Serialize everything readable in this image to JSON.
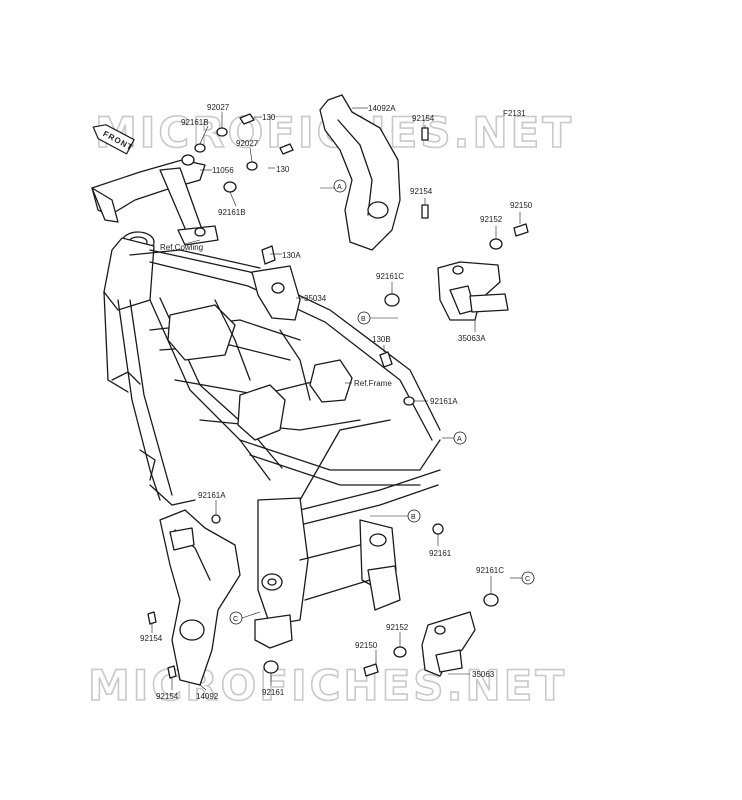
{
  "diagram_code": "F2131",
  "front_badge": "FRONT",
  "watermark": "MICROFICHES.NET",
  "callouts": [
    {
      "id": "92027_a",
      "text": "92027"
    },
    {
      "id": "92161B_a",
      "text": "92161B"
    },
    {
      "id": "130_a",
      "text": "130"
    },
    {
      "id": "92027_b",
      "text": "92027"
    },
    {
      "id": "130_b",
      "text": "130"
    },
    {
      "id": "11056",
      "text": "11056"
    },
    {
      "id": "92161B_b",
      "text": "92161B"
    },
    {
      "id": "ref_cowling",
      "text": "Ref.Cowling"
    },
    {
      "id": "14092A",
      "text": "14092A"
    },
    {
      "id": "92154_a",
      "text": "92154"
    },
    {
      "id": "92154_b",
      "text": "92154"
    },
    {
      "id": "92150_a",
      "text": "92150"
    },
    {
      "id": "92152_a",
      "text": "92152"
    },
    {
      "id": "130A",
      "text": "130A"
    },
    {
      "id": "35034",
      "text": "35034"
    },
    {
      "id": "92161C_a",
      "text": "92161C"
    },
    {
      "id": "35063A",
      "text": "35063A"
    },
    {
      "id": "130B",
      "text": "130B"
    },
    {
      "id": "ref_frame",
      "text": "Ref.Frame"
    },
    {
      "id": "92161A_a",
      "text": "92161A"
    },
    {
      "id": "92161A_b",
      "text": "92161A"
    },
    {
      "id": "92161_a",
      "text": "92161"
    },
    {
      "id": "92161C_b",
      "text": "92161C"
    },
    {
      "id": "92154_c",
      "text": "92154"
    },
    {
      "id": "92152_b",
      "text": "92152"
    },
    {
      "id": "92150_b",
      "text": "92150"
    },
    {
      "id": "35063",
      "text": "35063"
    },
    {
      "id": "92154_d",
      "text": "92154"
    },
    {
      "id": "14092",
      "text": "14092"
    },
    {
      "id": "92161_b",
      "text": "92161"
    }
  ],
  "ref_markers": [
    "A",
    "B",
    "A",
    "B",
    "C",
    "C"
  ]
}
